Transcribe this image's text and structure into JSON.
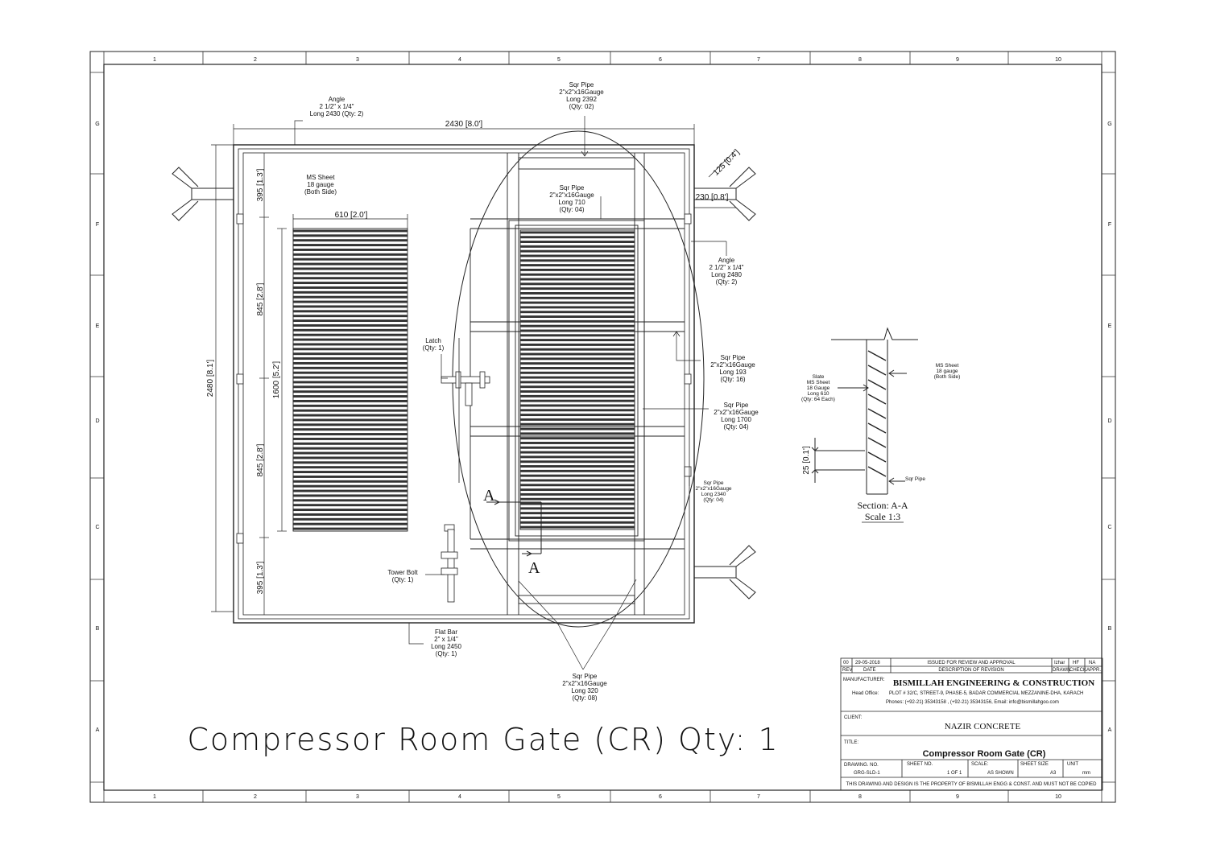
{
  "drawing": {
    "main_title": "Compressor Room Gate (CR) Qty: 1",
    "border_columns": [
      "1",
      "2",
      "3",
      "4",
      "5",
      "6",
      "7",
      "8",
      "9",
      "10"
    ],
    "border_rows": [
      "G",
      "F",
      "E",
      "D",
      "C",
      "B",
      "A"
    ]
  },
  "dimensions": {
    "overall_width": "2430 [8.0']",
    "overall_height": "2480 [8.1']",
    "panel_width": "610 [2.0']",
    "top_spacing": "395 [1.3']",
    "bottom_spacing": "395 [1.3']",
    "upper_half": "845 [2.8']",
    "lower_half": "845 [2.8']",
    "panel_height": "1600 [5.2']",
    "hinge_offset": "125 [0.4']",
    "hinge_length": "230 [0.8']",
    "section_gap": "25 [0.1']"
  },
  "callouts": {
    "angle_top": [
      "Angle",
      "2 1/2\" x 1/4\"",
      "Long 2430 (Qty: 2)"
    ],
    "sqr_pipe_top": [
      "Sqr Pipe",
      "2\"x2\"x16Gauge",
      "Long 2392",
      "(Qty: 02)"
    ],
    "ms_sheet": [
      "MS Sheet",
      "18 gauge",
      "(Both Side)"
    ],
    "sqr_pipe_710": [
      "Sqr Pipe",
      "2\"x2\"x16Gauge",
      "Long 710",
      "(Qty: 04)"
    ],
    "angle_right": [
      "Angle",
      "2 1/2\" x 1/4\"",
      "Long 2480",
      "(Qty: 2)"
    ],
    "latch": [
      "Latch",
      "(Qty: 1)"
    ],
    "sqr_pipe_193": [
      "Sqr Pipe",
      "2\"x2\"x16Gauge",
      "Long 193",
      "(Qty: 16)"
    ],
    "sqr_pipe_1700": [
      "Sqr Pipe",
      "2\"x2\"x16Gauge",
      "Long 1700",
      "(Qty: 04)"
    ],
    "sqr_pipe_2340": [
      "Sqr Pipe",
      "2\"x2\"x16Gauge",
      "Long 2340",
      "(Qty: 04)"
    ],
    "tower_bolt": [
      "Tower Bolt",
      "(Qty: 1)"
    ],
    "flat_bar": [
      "Flat Bar",
      "2\" x 1/4\"",
      "Long 2450",
      "(Qty: 1)"
    ],
    "sqr_pipe_320": [
      "Sqr Pipe",
      "2\"x2\"x16Gauge",
      "Long 320",
      "(Qty: 08)"
    ],
    "section_marker": "A"
  },
  "section": {
    "title": "Section: A-A",
    "scale": "Scale 1:3",
    "slate": [
      "Slate",
      "MS Sheet",
      "18 Gauge",
      "Long 610",
      "(Qty: 64 Each)"
    ],
    "ms_sheet": [
      "MS Sheet",
      "18 gauge",
      "(Both Side)"
    ],
    "sqr_pipe": "Sqr Pipe"
  },
  "title_block": {
    "rev_no": "00",
    "rev_date": "29-05-2018",
    "rev_desc": "ISSUED FOR REVIEW AND APPROVAL",
    "rev_drawn": "Izhar",
    "rev_check": "HF",
    "rev_appr": "NA",
    "hdr_rev": "REV",
    "hdr_date": "DATE",
    "hdr_desc": "DESCRIPTION OF REVISION",
    "hdr_drawn": "DRAWN",
    "hdr_check": "CHECK",
    "hdr_appr": "APPR.",
    "manufacturer_label": "MANUFACTURER:",
    "manufacturer": "BISMILLAH ENGINEERING & CONSTRUCTION",
    "head_office_label": "Head Office:",
    "address": "PLOT # 32/C, STREET-9, PHASE-5, BADAR COMMERCIAL MEZZANINE-DHA, KARACH",
    "phones": "Phones: (+92-21) 35343158 , (+92-21) 35343156, Email: info@bismillahgoo.com",
    "client_label": "CLIENT:",
    "client": "NAZIR CONCRETE",
    "title_label": "TITLE:",
    "title": "Compressor Room Gate (CR)",
    "drawing_no_label": "DRAWING. NO.",
    "drawing_no": "GRG-SLD-1",
    "sheet_no_label": "SHEET NO.",
    "sheet_no": "1 OF 1",
    "scale_label": "SCALE:",
    "scale": "AS SHOWN",
    "sheet_size_label": "SHEET SIZE",
    "sheet_size": "A3",
    "unit_label": "UNIT",
    "unit": "mm",
    "disclaimer": "THIS DRAWING AND DESIGN IS THE PROPERTY OF BISMILLAH ENGG & CONST. AND MUST NOT BE COPIED"
  }
}
